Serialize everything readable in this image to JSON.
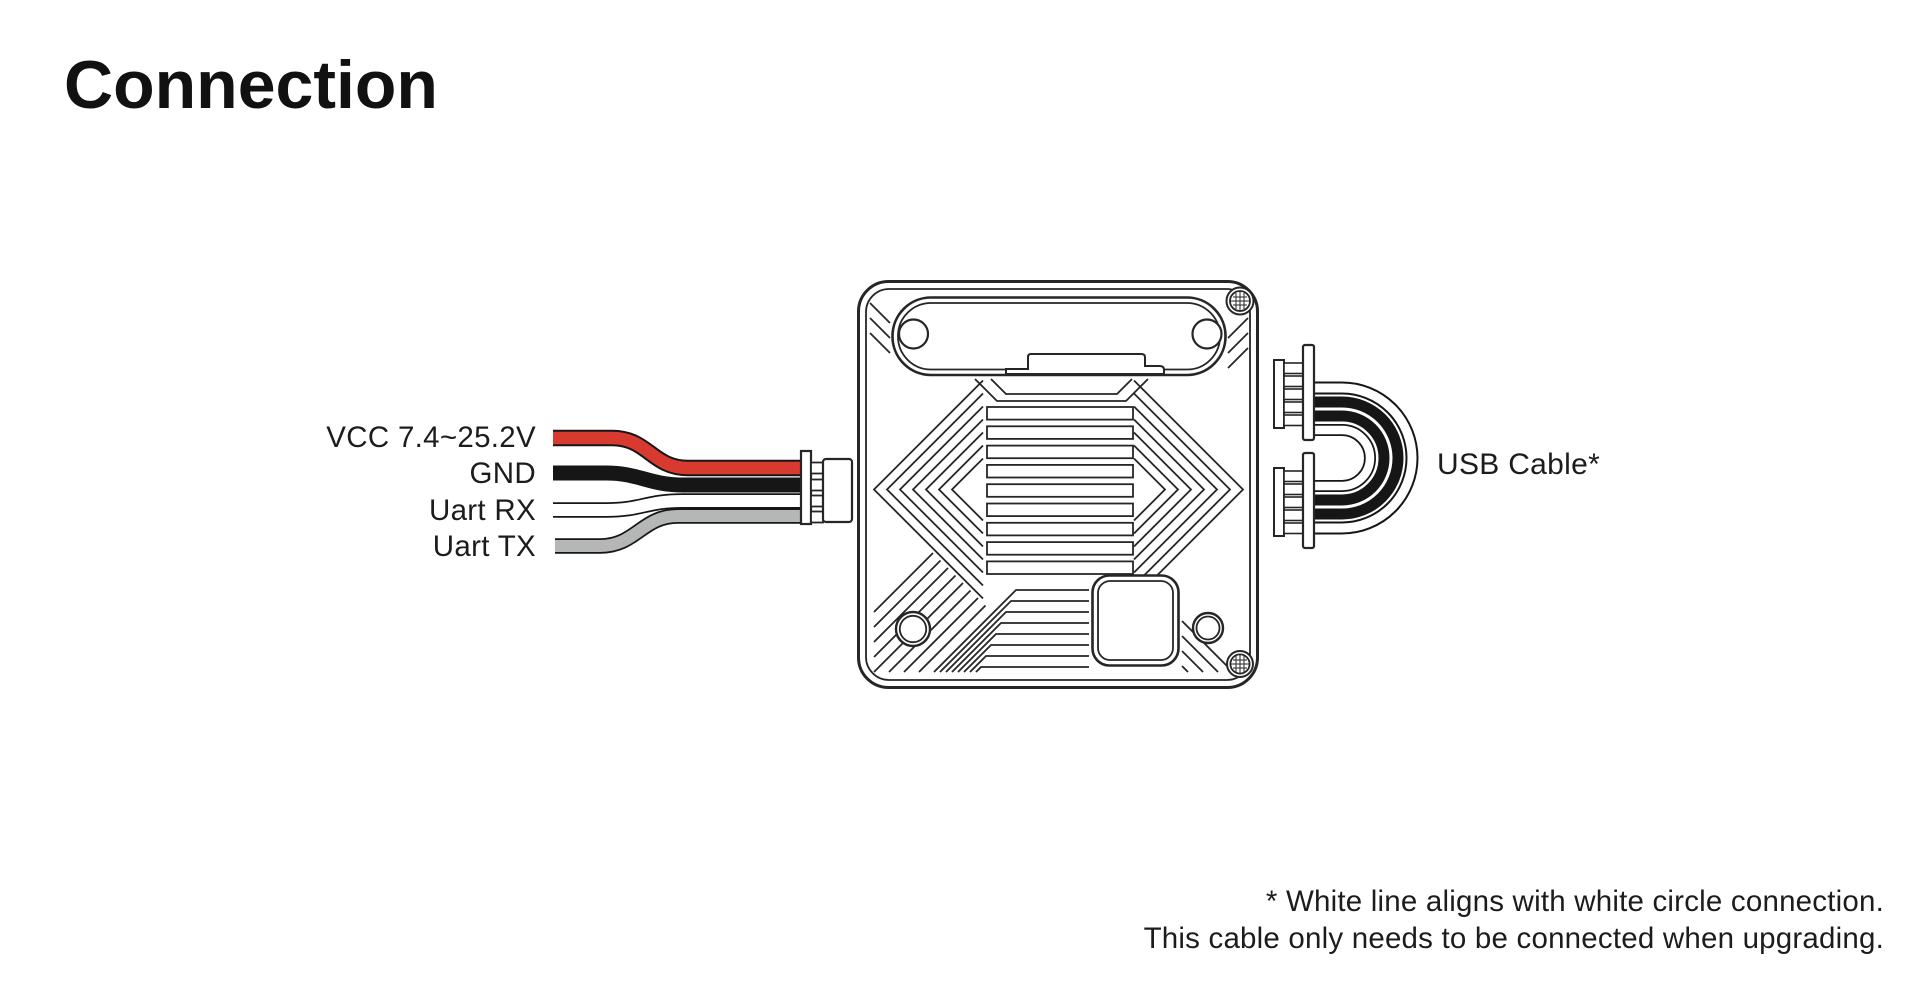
{
  "page": {
    "title": "Connection",
    "background": "#ffffff",
    "text_color": "#1c1c1c"
  },
  "wires": {
    "labels": [
      {
        "name": "VCC 7.4~25.2V",
        "color": "#d93a30"
      },
      {
        "name": "GND",
        "color": "#161616"
      },
      {
        "name": "Uart RX",
        "color": "#ffffff"
      },
      {
        "name": "Uart TX",
        "color": "#b5b6b6"
      }
    ]
  },
  "usb": {
    "label": "USB Cable*"
  },
  "footnote": {
    "line1": "* White line aligns with white circle connection.",
    "line2": "This cable only needs to be connected when upgrading."
  },
  "diagram": {
    "device": "video-transmitter-heatsink-rear-view",
    "line_color": "#262626",
    "wire_red": "#d93a30",
    "wire_black": "#161616",
    "wire_gray": "#b5b6b6",
    "wire_white": "#ffffff"
  }
}
